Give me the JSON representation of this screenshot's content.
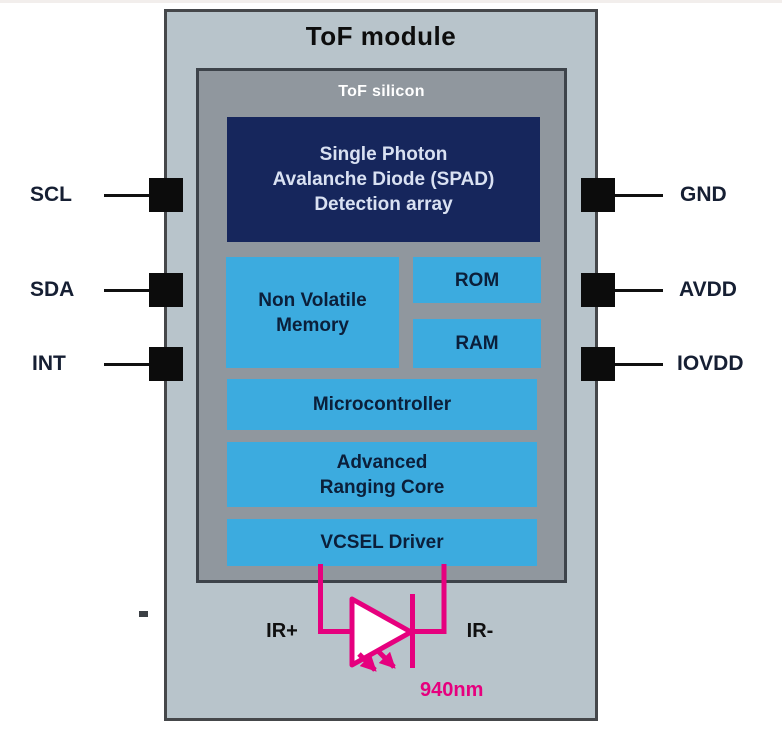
{
  "titles": {
    "module": "ToF module",
    "silicon": "ToF silicon"
  },
  "blocks": {
    "spad": {
      "lines": [
        "Single Photon",
        "Avalanche Diode (SPAD)",
        "Detection array"
      ]
    },
    "nvm": {
      "lines": [
        "Non Volatile",
        "Memory"
      ]
    },
    "rom": {
      "label": "ROM"
    },
    "ram": {
      "label": "RAM"
    },
    "microcontroller": {
      "label": "Microcontroller"
    },
    "ranging_core": {
      "lines": [
        "Advanced",
        "Ranging Core"
      ]
    },
    "vcsel_driver": {
      "label": "VCSEL Driver"
    }
  },
  "pins": {
    "left": [
      "SCL",
      "SDA",
      "INT"
    ],
    "right": [
      "GND",
      "AVDD",
      "IOVDD"
    ]
  },
  "emitter": {
    "anode_label": "IR+",
    "cathode_label": "IR-",
    "wavelength": "940nm"
  },
  "icons": {
    "vcsel_diode": "led-diode-symbol-icon",
    "emission": "light-emission-arrows-icon"
  },
  "colors": {
    "module_bg": "#b8c4cb",
    "module_border": "#45474a",
    "silicon_bg": "#90979e",
    "silicon_border": "#3d434a",
    "navy": "#16265c",
    "spad_text": "#d9e1f2",
    "light_blue": "#3cabdf",
    "block_text": "#0b1f3a",
    "magenta": "#e6007e",
    "pad_black": "#0c0c0c",
    "pin_text": "#161f33",
    "title_text": "#0d0d0d"
  }
}
